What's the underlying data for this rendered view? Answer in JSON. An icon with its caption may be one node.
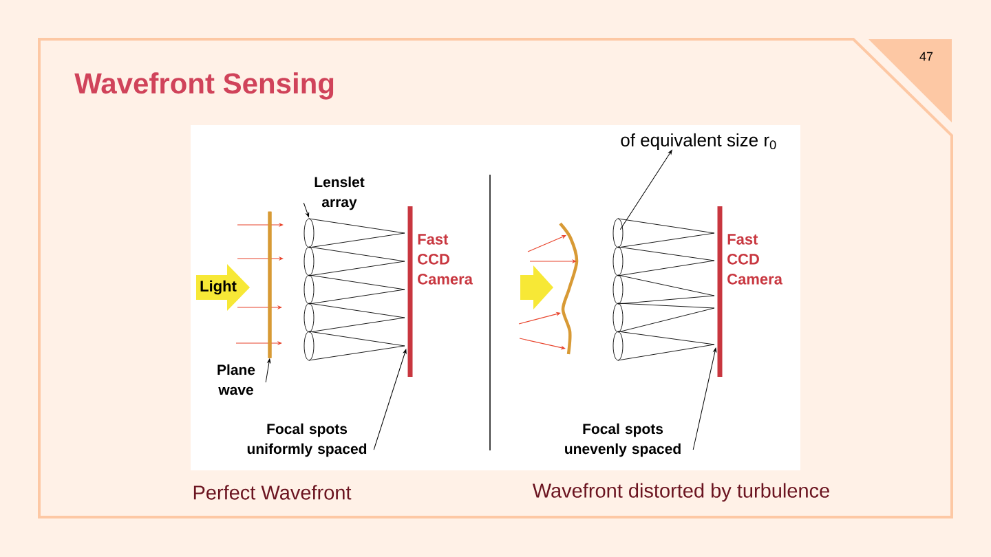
{
  "diagram": {
    "title": "Wavefront Sensing",
    "nodes": [
      {
        "text": [
          "Light"
        ]
      },
      {
        "text": [
          "Plane wave"
        ]
      },
      {
        "text": [],
        "shape": "bar"
      },
      {
        "text": [
          "Lenslet array"
        ]
      },
      {
        "text": [],
        "shape": "ellipse"
      },
      {
        "text": [],
        "shape": "bar"
      },
      {
        "text": [
          "Focal spots uniformly spaced"
        ]
      },
      {
        "text": [
          "of equivalent size r$_{0}$"
        ]
      },
      {
        "text": [],
        "shape": "ellipse"
      },
      {
        "text": [],
        "shape": "bar"
      },
      {
        "text": [
          "Focal spots unevenly spaced"
        ]
      }
    ],
    "edges": [
      {
        "from": 1,
        "to": 2,
        "arrow": "to"
      },
      {
        "from": 3,
        "to": 4,
        "arrow": "to"
      },
      {
        "from": 6,
        "to": 5,
        "arrow": "to"
      },
      {
        "from": 8,
        "to": 7,
        "arrow": "to"
      },
      {
        "from": 10,
        "to": 9,
        "arrow": "to"
      }
    ],
    "labels": [
      "47",
      "Fast CCD Camera",
      "Fast CCD Camera",
      "Perfect Wavefront",
      "Wavefront distorted by turbulence"
    ]
  }
}
